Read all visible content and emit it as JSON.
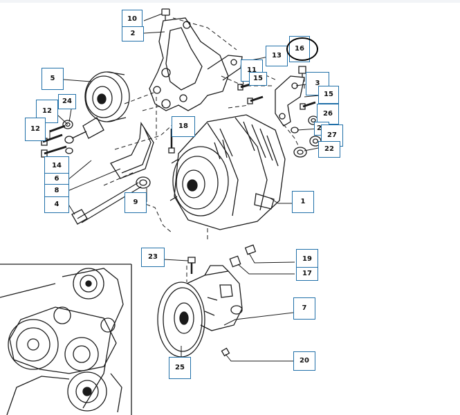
{
  "callouts": [
    {
      "id": "c1",
      "text": "1"
    },
    {
      "id": "c2",
      "text": "2"
    },
    {
      "id": "c3",
      "text": "3"
    },
    {
      "id": "c4",
      "text": "4"
    },
    {
      "id": "c5",
      "text": "5"
    },
    {
      "id": "c6",
      "text": "6"
    },
    {
      "id": "c7",
      "text": "7"
    },
    {
      "id": "c8",
      "text": "8"
    },
    {
      "id": "c9",
      "text": "9"
    },
    {
      "id": "c10",
      "text": "10"
    },
    {
      "id": "c11",
      "text": "11"
    },
    {
      "id": "c12a",
      "text": "12"
    },
    {
      "id": "c12b",
      "text": "12"
    },
    {
      "id": "c13",
      "text": "13"
    },
    {
      "id": "c14",
      "text": "14"
    },
    {
      "id": "c15a",
      "text": "15"
    },
    {
      "id": "c15b",
      "text": "15"
    },
    {
      "id": "c16",
      "text": "16"
    },
    {
      "id": "c17",
      "text": "17"
    },
    {
      "id": "c18",
      "text": "18"
    },
    {
      "id": "c19",
      "text": "19"
    },
    {
      "id": "c20",
      "text": "20"
    },
    {
      "id": "c21",
      "text": "21"
    },
    {
      "id": "c22",
      "text": "22"
    },
    {
      "id": "c23",
      "text": "23"
    },
    {
      "id": "c24",
      "text": "24"
    },
    {
      "id": "c25",
      "text": "25"
    },
    {
      "id": "c26",
      "text": "26"
    },
    {
      "id": "c27",
      "text": "27"
    }
  ],
  "colors": {
    "callout_border": "#1f6fa8",
    "line_art": "#1a1a1a",
    "highlight_circle": "#000000"
  }
}
